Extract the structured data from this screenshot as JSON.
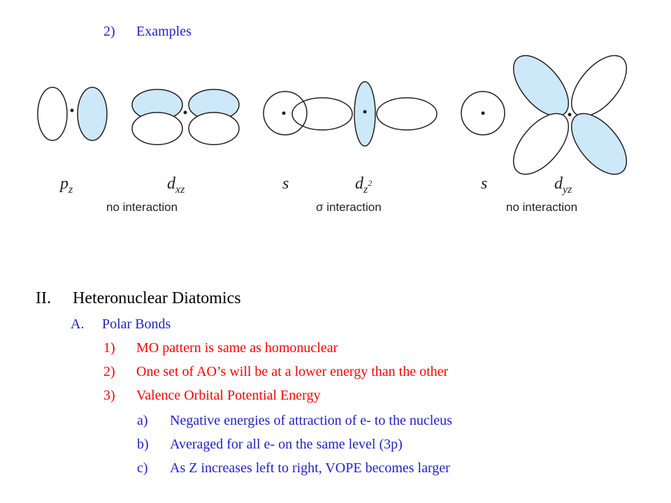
{
  "heading_examples": {
    "number": "2)",
    "label": "Examples"
  },
  "figure": {
    "orbital_labels": [
      {
        "main": "p",
        "sub": "z",
        "sup": ""
      },
      {
        "main": "d",
        "sub": "xz",
        "sup": ""
      },
      {
        "main": "s",
        "sub": "",
        "sup": ""
      },
      {
        "main": "d",
        "sub": "z",
        "sup": "2"
      },
      {
        "main": "s",
        "sub": "",
        "sup": ""
      },
      {
        "main": "d",
        "sub": "yz",
        "sup": ""
      }
    ],
    "interaction_labels": [
      "no interaction",
      "σ interaction",
      "no interaction"
    ],
    "colors": {
      "lobe_fill": "#cce8f9",
      "outline": "#231f20"
    }
  },
  "section": {
    "number": "II.",
    "title": "Heteronuclear Diatomics"
  },
  "subsection": {
    "letter": "A.",
    "title": "Polar Bonds"
  },
  "items": [
    {
      "num": "1)",
      "text": "MO pattern is same as homonuclear"
    },
    {
      "num": "2)",
      "text": "One set of AO’s will be at a lower energy than the other"
    },
    {
      "num": "3)",
      "text": "Valence Orbital Potential Energy"
    }
  ],
  "subitems": [
    {
      "num": "a)",
      "text": "Negative energies of attraction of e- to the nucleus"
    },
    {
      "num": "b)",
      "text": "Averaged for all e- on the same level (3p)"
    },
    {
      "num": "c)",
      "text": "As Z increases left to right, VOPE becomes larger"
    }
  ]
}
